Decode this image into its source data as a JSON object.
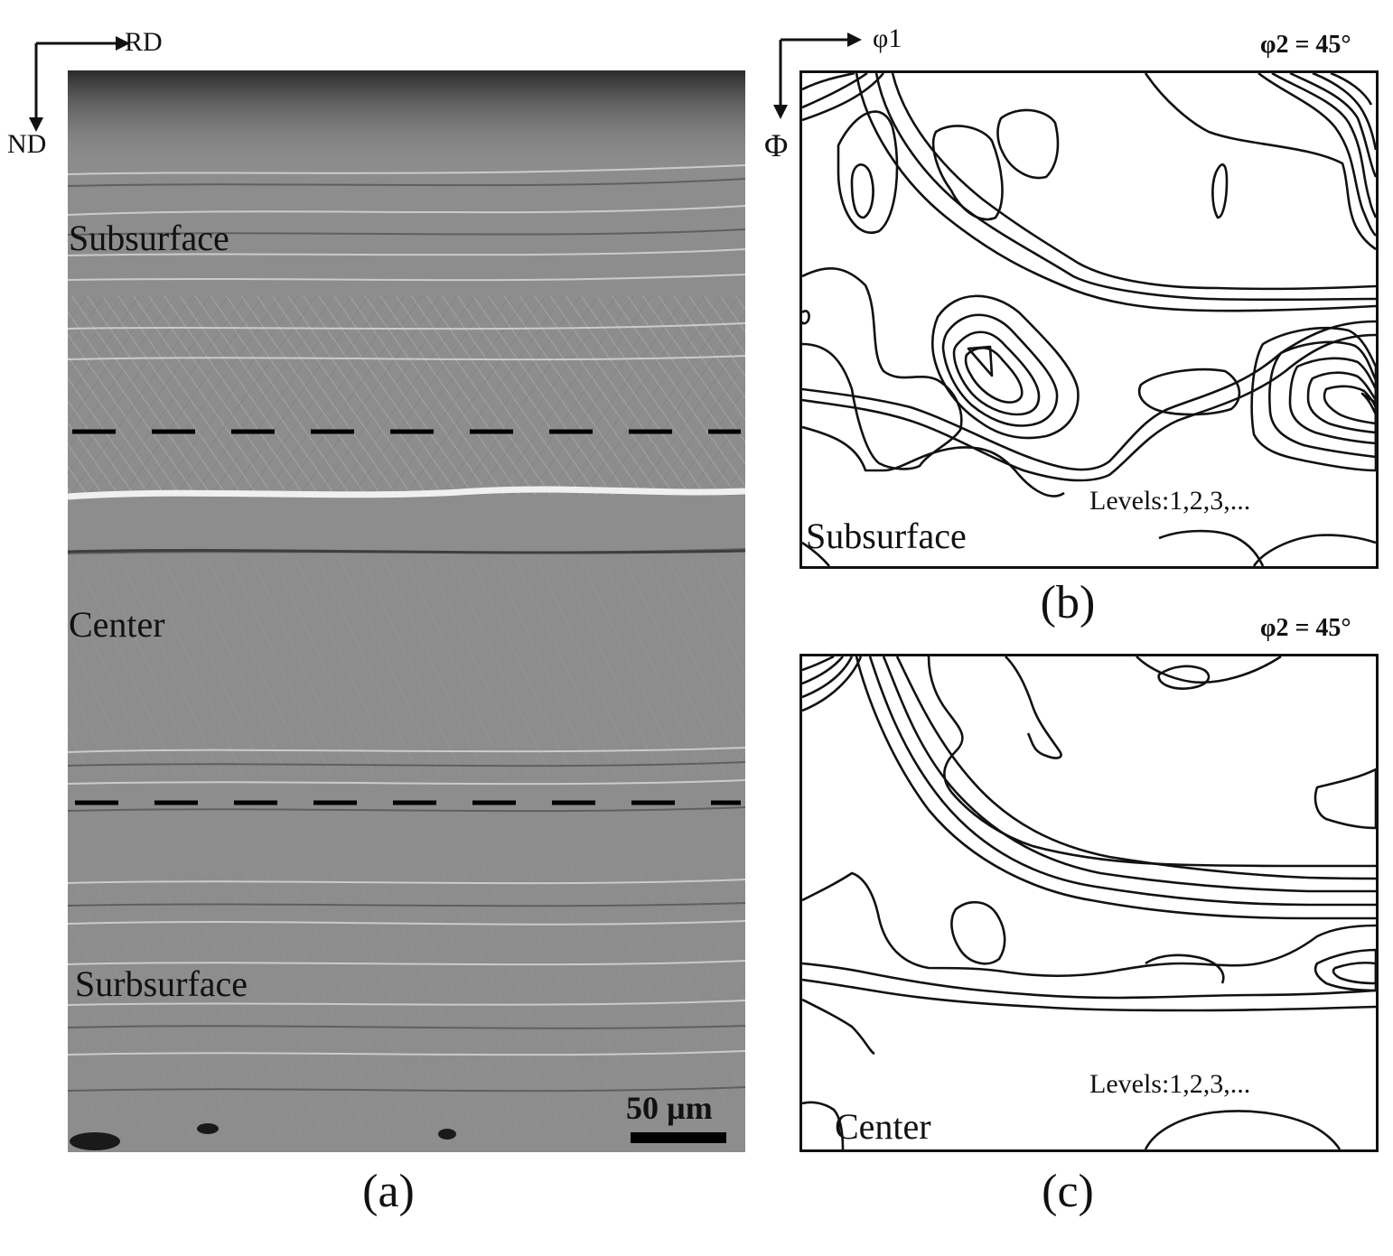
{
  "panel_a": {
    "caption": "(a)",
    "axis_x": "RD",
    "axis_y": "ND",
    "regions": [
      "Subsurface",
      "Center",
      "Surbsurface"
    ],
    "scale_bar": "50 µm"
  },
  "panel_b": {
    "caption": "(b)",
    "angle": "φ2 = 45°",
    "axis_x": "φ1",
    "axis_y": "Φ",
    "label": "Subsurface",
    "levels": "Levels:1,2,3,..."
  },
  "panel_c": {
    "caption": "(c)",
    "angle": "φ2 = 45°",
    "label": "Center",
    "levels": "Levels:1,2,3,..."
  },
  "colors": {
    "micrograph_base": "#8c8c8c",
    "line": "#111111"
  }
}
